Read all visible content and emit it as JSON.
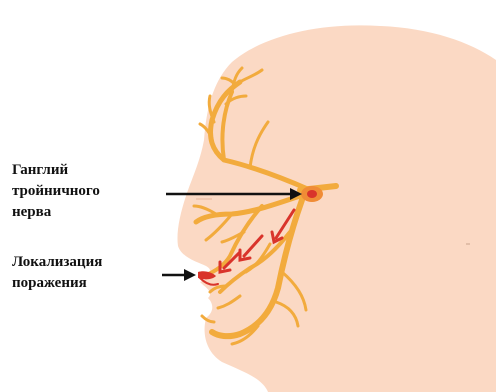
{
  "labels": {
    "ganglion": {
      "lines": [
        "Ганглий",
        "тройничного",
        "нерва"
      ]
    },
    "lesion": {
      "lines": [
        "Локализация",
        "поражения"
      ]
    }
  },
  "colors": {
    "skin": "#fbd9c4",
    "nerve": "#f2ab3d",
    "lesion": "#d9342b",
    "arrow": "#111111"
  },
  "icons": {
    "ganglion": "ganglion-dot",
    "propagation": "red-arrow"
  }
}
